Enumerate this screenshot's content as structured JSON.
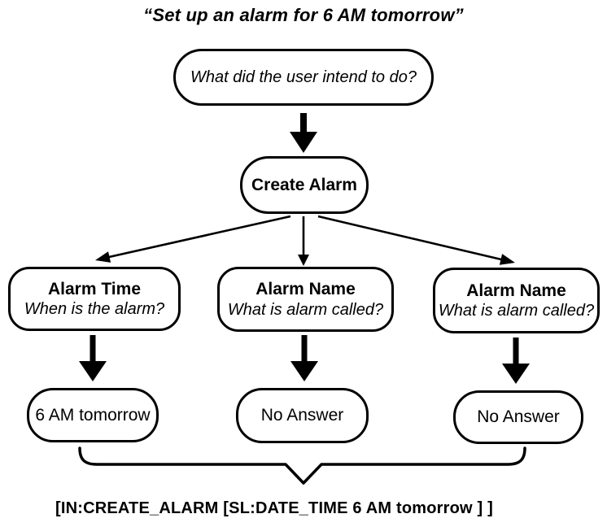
{
  "title": "“Set up an alarm for 6 AM tomorrow”",
  "diagram_colors": {
    "stroke": "#000000",
    "fill": "#ffffff"
  },
  "nodes": {
    "root_question": "What did the user intend to do?",
    "intent": "Create Alarm",
    "slots": [
      {
        "name": "Alarm Time",
        "question": "When is the alarm?",
        "answer": "6 AM tomorrow"
      },
      {
        "name": "Alarm Name",
        "question": "What is alarm called?",
        "answer": "No Answer"
      },
      {
        "name": "Alarm Name",
        "question": "What is alarm called?",
        "answer": "No Answer"
      }
    ]
  },
  "result": "[IN:CREATE_ALARM [SL:DATE_TIME 6 AM tomorrow ] ]"
}
